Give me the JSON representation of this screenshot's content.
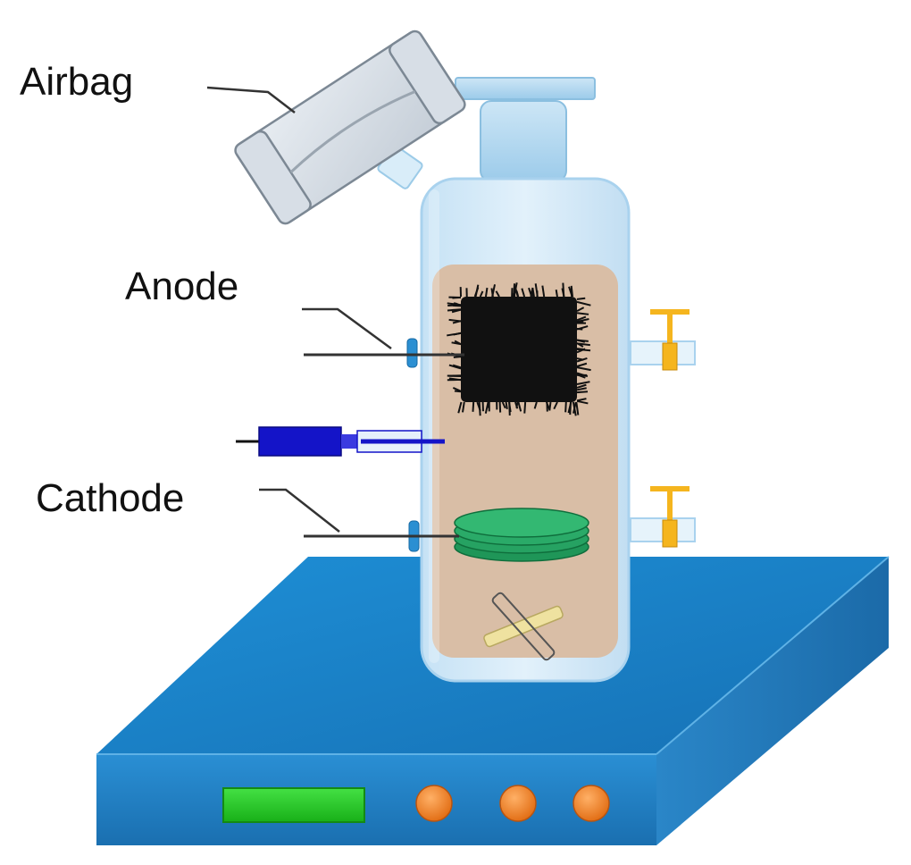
{
  "labels": {
    "airbag": "Airbag",
    "anode": "Anode",
    "cathode": "Cathode"
  },
  "colors": {
    "platform": "#1b82c8",
    "bottle_glass": "#cfe7f7",
    "electrolyte": "#d9bea6",
    "anode_brush": "#111111",
    "cathode_discs": "#2aaa68",
    "display": "#22cc22",
    "knobs": "#f07a1a",
    "valves": "#f5b51e",
    "syringe": "#1414c8"
  },
  "icons": {
    "airbag": "airbag-shape",
    "anode": "carbon-brush",
    "cathode": "disc-stack",
    "stir_bar": "cross-stir-bar",
    "valve": "tap-valve",
    "syringe": "syringe",
    "display": "lcd-display",
    "knob": "round-knob"
  }
}
